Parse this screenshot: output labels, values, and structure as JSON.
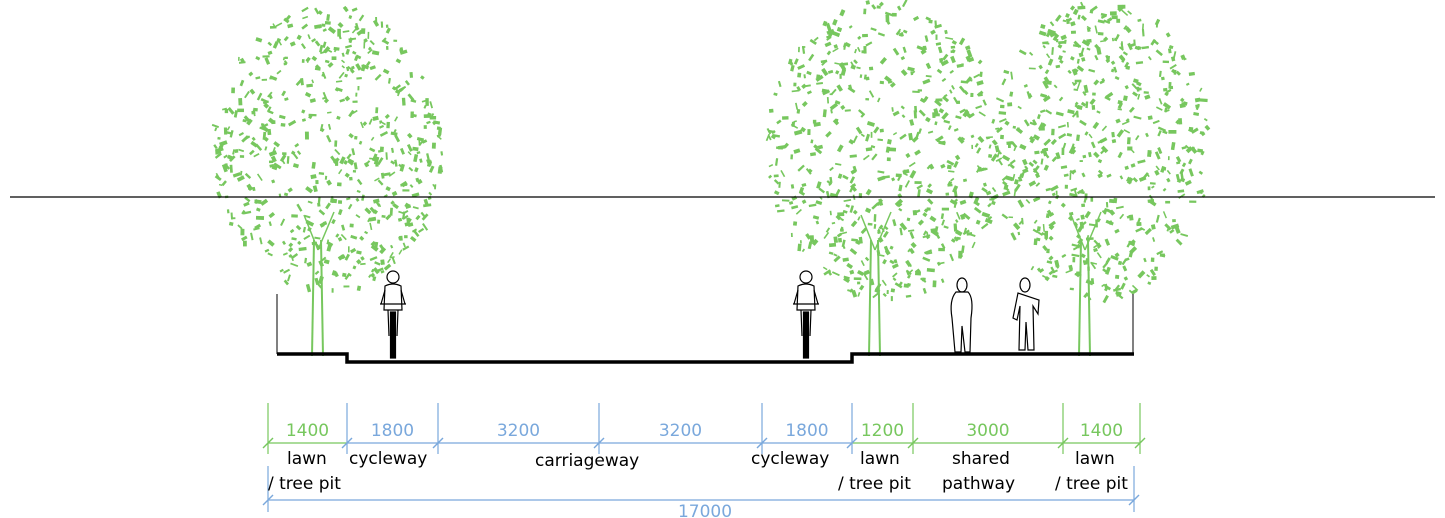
{
  "colors": {
    "green": "#77c75e",
    "blue": "#7aa8dc",
    "line": "#000000"
  },
  "dimensions": {
    "segments": [
      {
        "value": "1400",
        "color": "green"
      },
      {
        "value": "1800",
        "color": "blue"
      },
      {
        "value": "3200",
        "color": "blue"
      },
      {
        "value": "3200",
        "color": "blue"
      },
      {
        "value": "1800",
        "color": "blue"
      },
      {
        "value": "1200",
        "color": "green"
      },
      {
        "value": "3000",
        "color": "green"
      },
      {
        "value": "1400",
        "color": "green"
      }
    ],
    "total": "17000"
  },
  "labels": {
    "lawn_left_1": "lawn",
    "lawn_left_2": "/ tree pit",
    "cycleway_left": "cycleway",
    "carriageway": "carriageway",
    "cycleway_right": "cycleway",
    "lawn_mid_1": "lawn",
    "lawn_mid_2": "/ tree pit",
    "shared_1": "shared",
    "shared_2": "pathway",
    "lawn_right_1": "lawn",
    "lawn_right_2": "/ tree pit"
  },
  "icons": [
    "tree-icon",
    "cyclist-icon",
    "pedestrian-icon"
  ]
}
